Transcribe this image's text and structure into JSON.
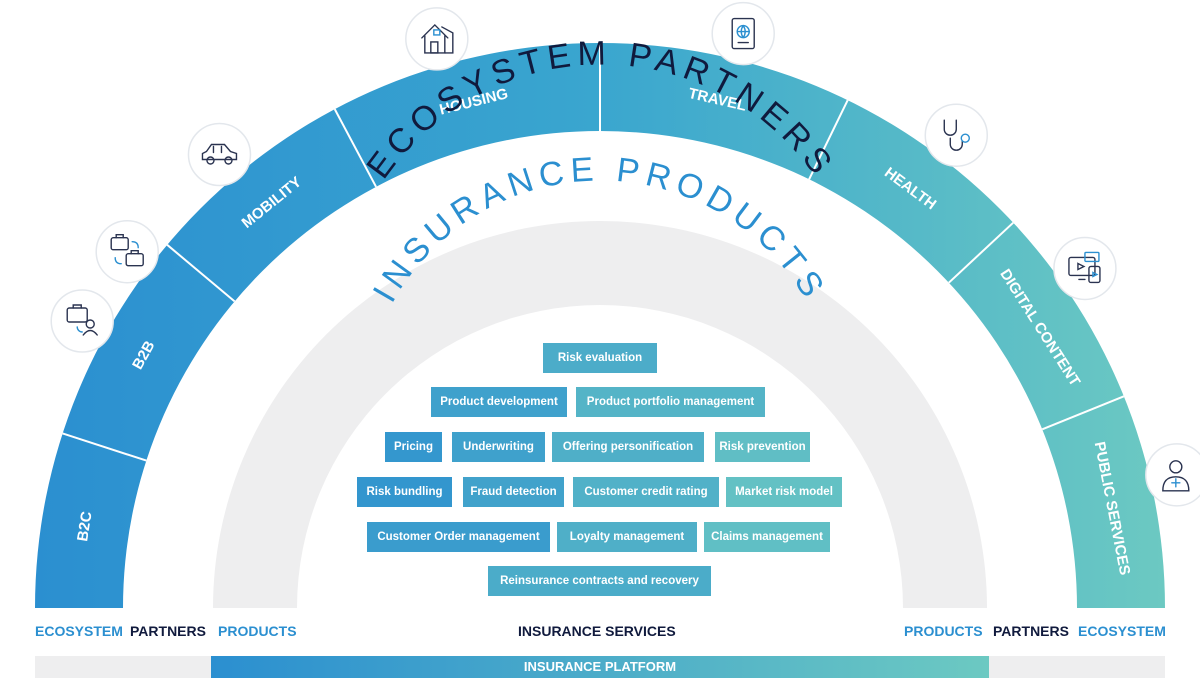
{
  "ecosystem_title": "ECOSYSTEM PARTNERS",
  "products_title": "INSURANCE PRODUCTS",
  "segments": [
    {
      "label": "B2C",
      "icon": "briefcase-person-icon"
    },
    {
      "label": "B2B",
      "icon": "briefcases-exchange-icon"
    },
    {
      "label": "MOBILITY",
      "icon": "car-icon"
    },
    {
      "label": "HOUSING",
      "icon": "house-icon"
    },
    {
      "label": "TRAVEL",
      "icon": "passport-icon"
    },
    {
      "label": "HEALTH",
      "icon": "stethoscope-icon"
    },
    {
      "label": "DIGITAL CONTENT",
      "icon": "media-devices-icon"
    },
    {
      "label": "PUBLIC SERVICES",
      "icon": "person-medical-icon"
    }
  ],
  "services": [
    [
      "Risk evaluation"
    ],
    [
      "Product development",
      "Product portfolio management"
    ],
    [
      "Pricing",
      "Underwriting",
      "Offering personification",
      "Risk prevention"
    ],
    [
      "Risk bundling",
      "Fraud detection",
      "Customer credit rating",
      "Market risk model"
    ],
    [
      "Customer Order management",
      "Loyalty management",
      "Claims management"
    ],
    [
      "Reinsurance contracts and recovery"
    ]
  ],
  "bottom_labels": {
    "left_ecosystem": "ECOSYSTEM",
    "left_partners": "PARTNERS",
    "left_products": "PRODUCTS",
    "center_services": "INSURANCE SERVICES",
    "right_products": "PRODUCTS",
    "right_partners": "PARTNERS",
    "right_ecosystem": "ECOSYSTEM"
  },
  "platform_label": "INSURANCE PLATFORM",
  "colors": {
    "blue": "#2b8fd0",
    "teal": "#6cc9c2",
    "navy": "#101a3d",
    "light_grey": "#eeeeef"
  }
}
